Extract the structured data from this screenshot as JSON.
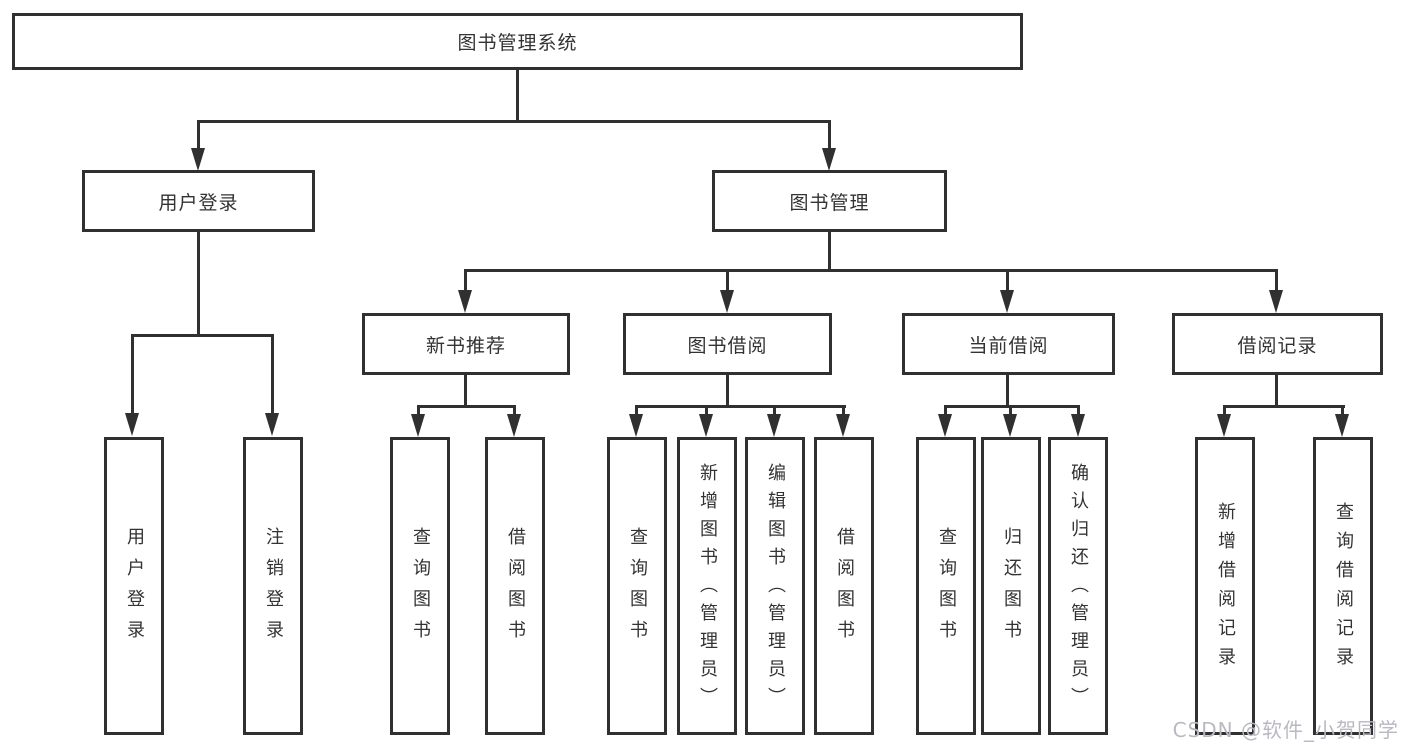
{
  "diagram_title": "图书管理系统",
  "nodes": {
    "root": "图书管理系统",
    "user_login": "用户登录",
    "book_mgmt": "图书管理",
    "new_books": "新书推荐",
    "book_borrow": "图书借阅",
    "current_borrow": "当前借阅",
    "borrow_records": "借阅记录",
    "leaf_user_login": "用户登录",
    "leaf_logout": "注销登录",
    "nb_query": "查询图书",
    "nb_borrow": "借阅图书",
    "bb_query": "查询图书",
    "bb_add": "新增图书（管理员）",
    "bb_edit": "编辑图书（管理员）",
    "bb_borrow": "借阅图书",
    "cb_query": "查询图书",
    "cb_return": "归还图书",
    "cb_confirm": "确认归还（管理员）",
    "br_add": "新增借阅记录",
    "br_query": "查询借阅记录"
  },
  "hierarchy": {
    "root": "图书管理系统",
    "branches": [
      {
        "label": "用户登录",
        "children": [
          "用户登录",
          "注销登录"
        ]
      },
      {
        "label": "图书管理",
        "children": [
          {
            "label": "新书推荐",
            "children": [
              "查询图书",
              "借阅图书"
            ]
          },
          {
            "label": "图书借阅",
            "children": [
              "查询图书",
              "新增图书（管理员）",
              "编辑图书（管理员）",
              "借阅图书"
            ]
          },
          {
            "label": "当前借阅",
            "children": [
              "查询图书",
              "归还图书",
              "确认归还（管理员）"
            ]
          },
          {
            "label": "借阅记录",
            "children": [
              "新增借阅记录",
              "查询借阅记录"
            ]
          }
        ]
      }
    ]
  },
  "watermark": "CSDN @软件_小贺同学",
  "colors": {
    "line": "#303030",
    "text": "#333333",
    "background": "#ffffff",
    "watermark": "#b9b9c1"
  }
}
